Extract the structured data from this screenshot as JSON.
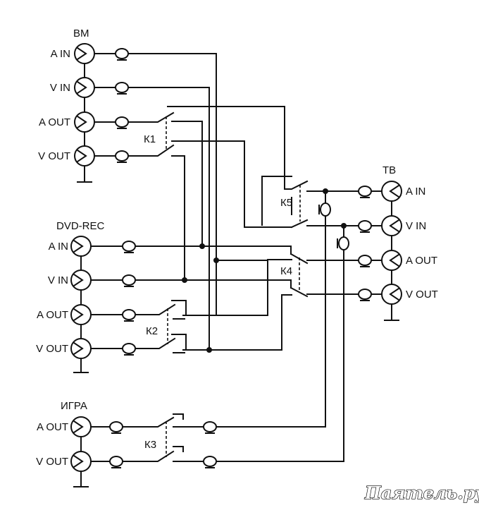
{
  "devices": {
    "vm": {
      "name": "ВМ",
      "ports": [
        "A IN",
        "V IN",
        "A OUT",
        "V OUT"
      ]
    },
    "dvd": {
      "name": "DVD-REC",
      "ports": [
        "A IN",
        "V IN",
        "A OUT",
        "V OUT"
      ]
    },
    "tv": {
      "name": "ТВ",
      "ports": [
        "A IN",
        "V IN",
        "A OUT",
        "V OUT"
      ]
    },
    "game": {
      "name": "ИГРА",
      "ports": [
        "A OUT",
        "V OUT"
      ]
    }
  },
  "switches": [
    "К1",
    "К2",
    "К3",
    "К4",
    "К5"
  ],
  "watermark": "Паятель.ру"
}
